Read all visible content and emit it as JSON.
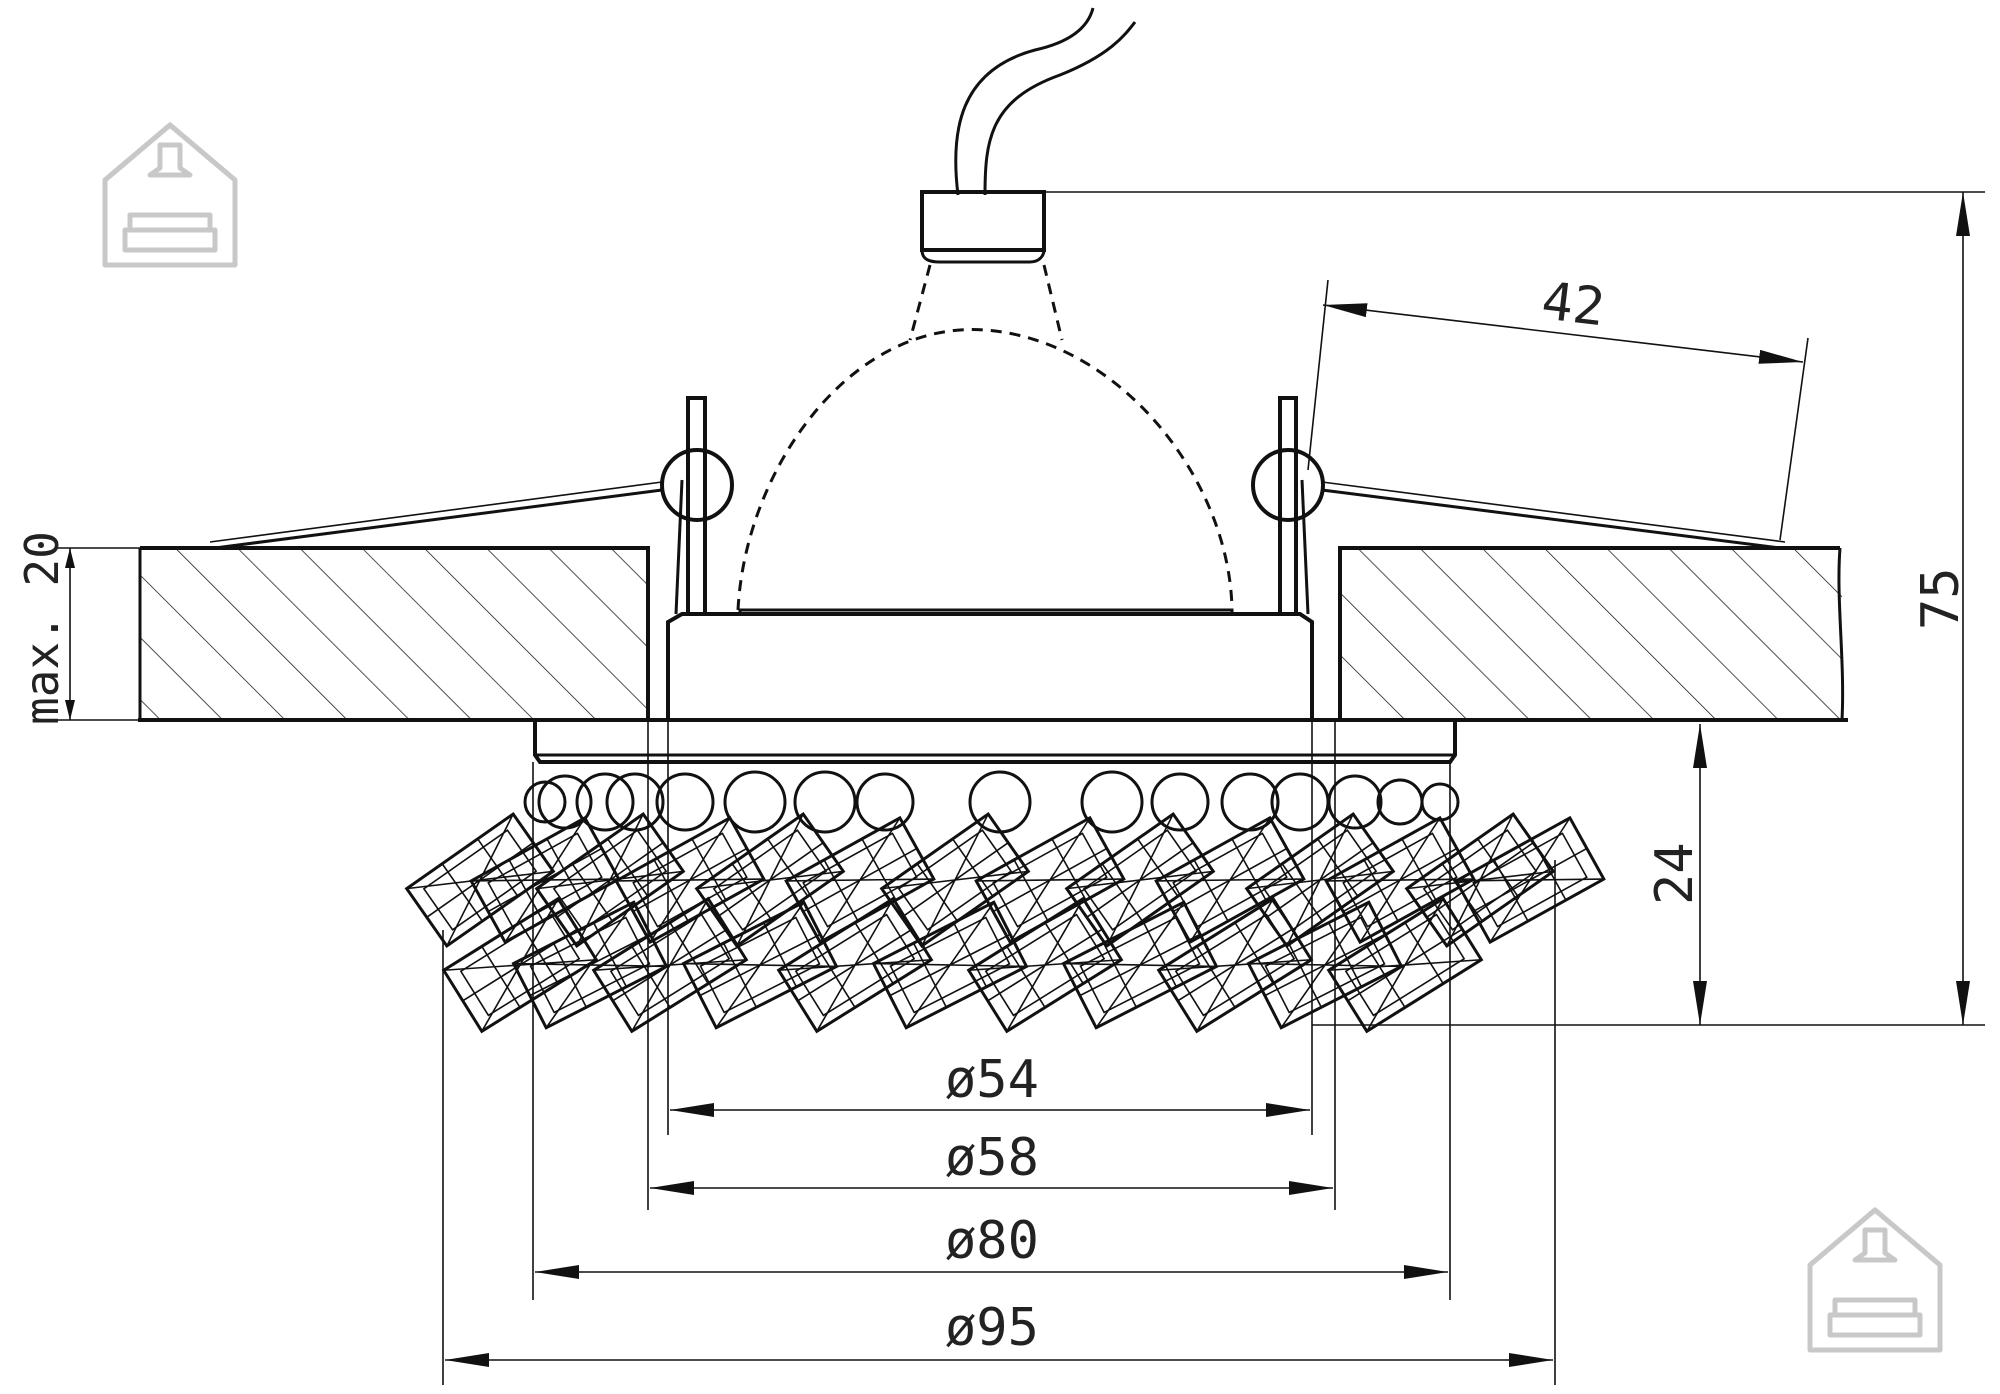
{
  "dimensions": {
    "d54": "ø54",
    "d58": "ø58",
    "d80": "ø80",
    "d95": "ø95",
    "spring_reach": "42",
    "total_height": "75",
    "visible_height": "24",
    "ceiling_max": "max. 20"
  },
  "logo_icon": "house-sofa-icon"
}
